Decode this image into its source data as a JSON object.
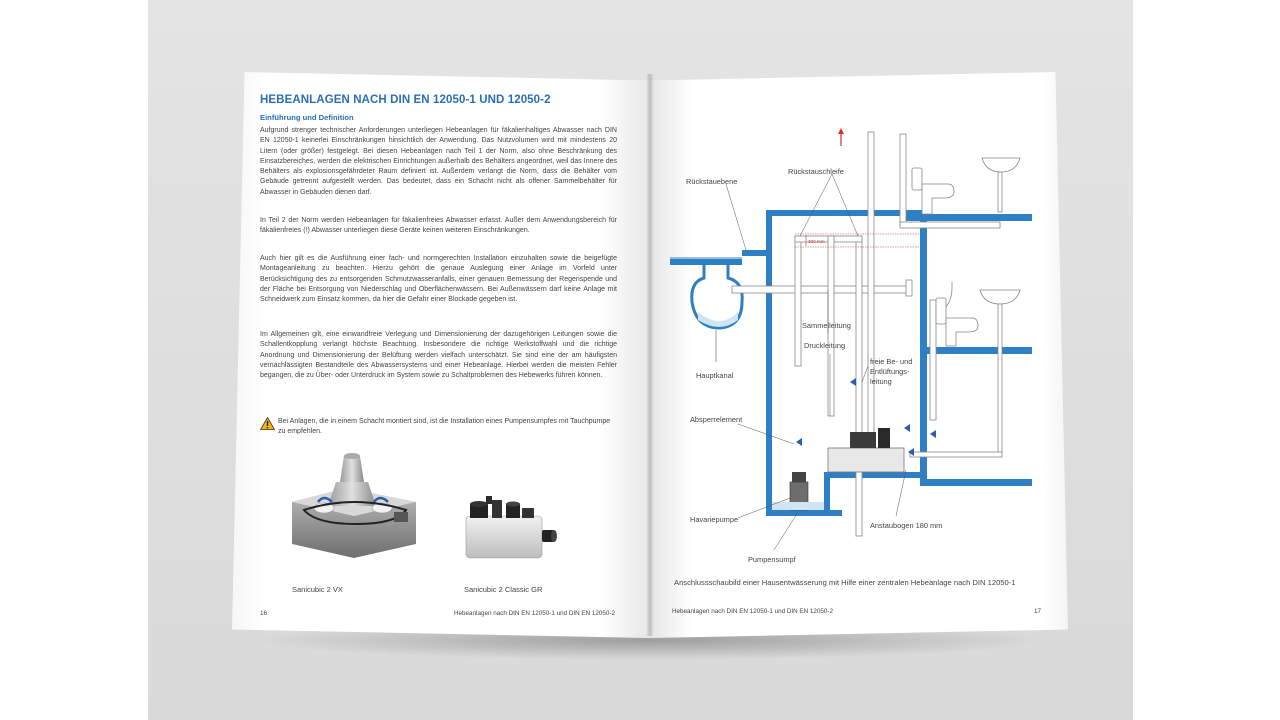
{
  "left_page": {
    "heading": "HEBEANLAGEN NACH DIN EN 12050-1 UND 12050-2",
    "subheading": "Einführung und Definition",
    "paragraphs": [
      "Aufgrund strenger technischer Anforderungen unterliegen Hebeanlagen für fäkalienhaltiges Abwasser nach DIN EN 12050-1 keinerlei Einschränkungen hinsichtlich der Anwendung. Das Nutzvolumen wird mit mindestens 20 Litern (oder größer) festgelegt. Bei diesen Hebeanlagen nach Teil 1 der Norm, also ohne Beschränkung des Einsatzbereiches, werden die elektrischen Einrichtungen außerhalb des Behälters angeordnet, weil das Innere des Behälters als explosionsgefährdeter Raum definiert ist. Außerdem verlangt die Norm, dass die Behälter vom Gebäude getrennt aufgestellt werden. Das bedeutet, dass ein Schacht nicht als offener Sammelbehälter für Abwasser in Gebäuden dienen darf.",
      "In Teil 2 der Norm werden Hebeanlagen für fäkalienfreies Abwasser erfasst. Außer dem Anwendungsbereich für fäkalienfreies (!) Abwasser unterliegen diese Geräte keinen weiteren Einschränkungen.",
      "Auch hier gilt es die Ausführung einer fach- und normgerechten Installation einzuhalten sowie die beigefügte Montageanleitung zu beachten. Hierzu gehört die genaue Auslegung einer Anlage im Vorfeld unter Berücksichtigung des zu entsorgenden Schmutzwasseranfalls, einer genauen Bemessung der Regenspende und der Fläche bei Entsorgung von Niederschlag und Oberflächenwässern. Bei Außenwässern darf keine Anlage mit Schneidwerk zum Einsatz kommen, da hier die Gefahr einer Blockade gegeben ist.",
      "Im Allgemeinen gilt, eine einwandfreie Verlegung und Dimensionierung der dazugehörigen Leitungen sowie die Schallentkopplung verlangt höchste Beachtung. Insbesondere die richtige Werkstoffwahl und die richtige Anordnung und Dimensionierung der Belüftung werden vielfach unterschätzt. Sie sind eine der am häufigsten vernachlässigten Bestandteile des Abwassersystems und einer Hebeanlage. Hierbei werden die meisten Fehler begangen, die zu Über- oder Unterdruck im System sowie zu Schaltproblemen des Hebewerks führen können."
    ],
    "warning": "Bei Anlagen, die in einem Schacht montiert sind, ist die Installation eines Pumpensumpfes mit Tauchpumpe zu empfehlen.",
    "products": [
      "Sanicubic 2 VX",
      "Sanicubic 2 Classic GR"
    ],
    "page_number": "16",
    "footer": "Hebeanlagen nach DIN EN 12050-1 und DIN EN 12050-2"
  },
  "right_page": {
    "labels": {
      "rueckstauebene": "Rückstauebene",
      "rueckstauschleife": "Rückstauschleife",
      "measure": "300 mm",
      "hauptkanal": "Hauptkanal",
      "sammelleitung": "Sammelleitung",
      "druckleitung": "Druckleitung",
      "belueftung_1": "freie Be- und",
      "belueftung_2": "Entlüftungs-",
      "belueftung_3": "leitung",
      "absperrelement": "Absperrelement",
      "havariepumpe": "Havariepumpe",
      "anstaubogen": "Anstaubogen 180 mm",
      "pumpensumpf": "Pumpensumpf"
    },
    "caption": "Anschlussschaubild einer Hausentwässerung mit Hilfe einer zentralen Hebeanlage nach DIN 12050-1",
    "page_number": "17",
    "footer": "Hebeanlagen nach DIN EN 12050-1 und DIN EN 12050-2"
  },
  "colors": {
    "accent": "#2a6fb5",
    "wall": "#2f7fc4",
    "warning": "#f2b705",
    "arrow": "#d32f2f"
  }
}
